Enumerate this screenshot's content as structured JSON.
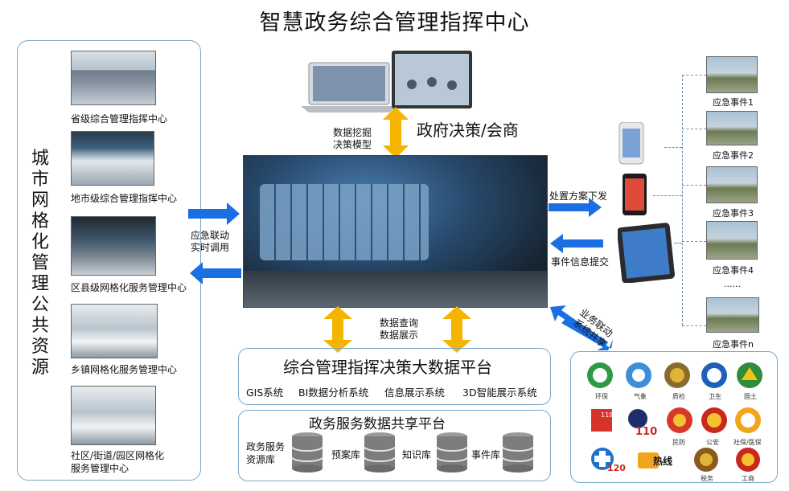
{
  "title": "智慧政务综合管理指挥中心",
  "left_panel": {
    "vertical_title": "城市网格化管理公共资源",
    "items": [
      {
        "label": "省级综合管理指挥中心"
      },
      {
        "label": "地市级综合管理指挥中心"
      },
      {
        "label": "区县级网格化服务管理中心"
      },
      {
        "label": "乡镇网格化服务管理中心"
      },
      {
        "label": "社区/街道/园区网格化",
        "label2": "服务管理中心"
      }
    ]
  },
  "top": {
    "decision_label": "政府决策/会商",
    "mining_line1": "数据挖掘",
    "mining_line2": "决策模型"
  },
  "left_arrow": {
    "line1": "应急联动",
    "line2": "实时调用"
  },
  "right_flows": {
    "dispatch": "处置方案下发",
    "report": "事件信息提交",
    "linkage_line1": "业务联动",
    "linkage_line2": "系统共享"
  },
  "middle": {
    "query_line1": "数据查询",
    "query_line2": "数据展示"
  },
  "platform": {
    "title": "综合管理指挥决策大数据平台",
    "systems": [
      "GIS系统",
      "BI数据分析系统",
      "信息展示系统",
      "3D智能展示系统"
    ]
  },
  "share": {
    "title": "政务服务数据共享平台",
    "dbs": [
      {
        "line1": "政务服务",
        "line2": "资源库"
      },
      {
        "line1": "预案库",
        "line2": ""
      },
      {
        "line1": "知识库",
        "line2": ""
      },
      {
        "line1": "事件库",
        "line2": ""
      }
    ]
  },
  "events": [
    "应急事件1",
    "应急事件2",
    "应急事件3",
    "应急事件4",
    "......",
    "应急事件n"
  ],
  "agencies": {
    "row1": [
      "环保",
      "气象",
      "质检",
      "卫生",
      "国土"
    ],
    "row2_text": [
      "119",
      "110",
      "民防",
      "公安",
      "社保/医保"
    ],
    "row3_text": [
      "120",
      "热线",
      "税务",
      "工商"
    ]
  },
  "colors": {
    "arrow_blue": "#1a6fe3",
    "arrow_gold": "#f5b400",
    "box_border": "#7aa7c9"
  }
}
